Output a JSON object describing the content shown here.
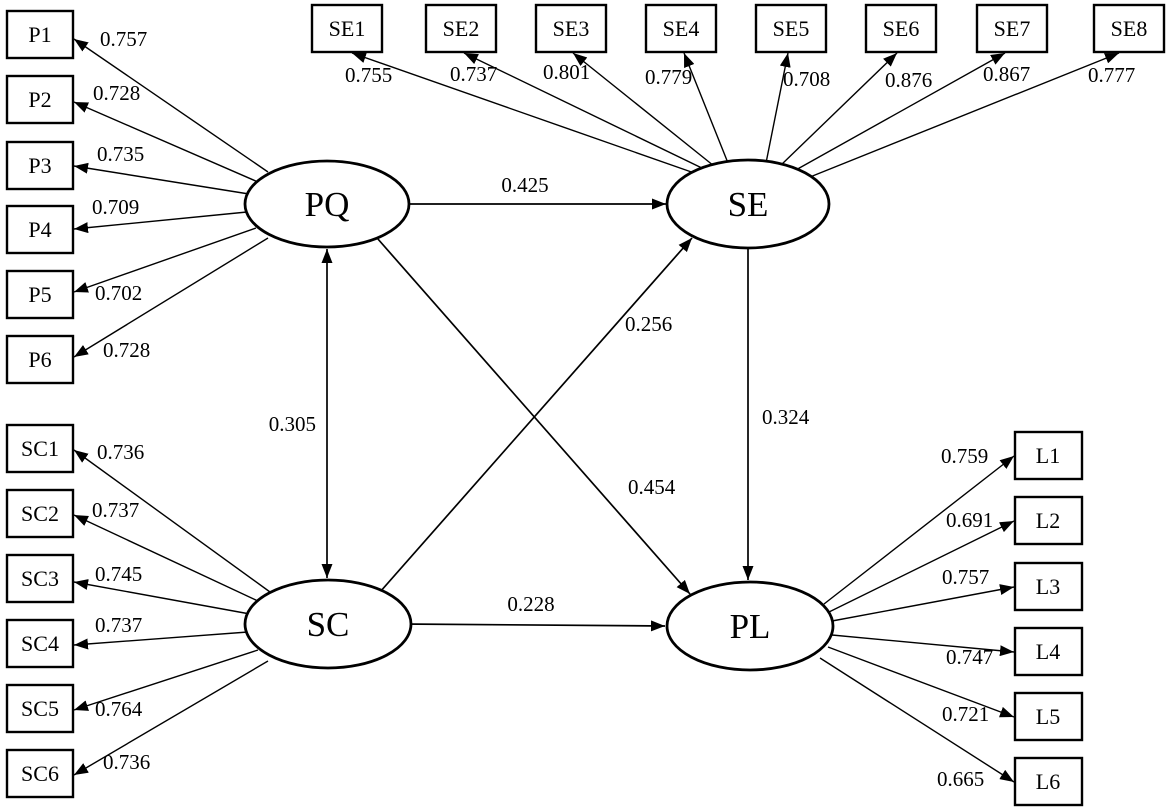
{
  "figure": {
    "type": "sem-path-diagram",
    "colors": {
      "stroke": "#000000",
      "fill": "#ffffff",
      "background": "#ffffff"
    },
    "latents": [
      {
        "id": "PQ",
        "label": "PQ"
      },
      {
        "id": "SE",
        "label": "SE"
      },
      {
        "id": "SC",
        "label": "SC"
      },
      {
        "id": "PL",
        "label": "PL"
      }
    ],
    "indicators": {
      "P": [
        {
          "label": "P1",
          "loading": "0.757"
        },
        {
          "label": "P2",
          "loading": "0.728"
        },
        {
          "label": "P3",
          "loading": "0.735"
        },
        {
          "label": "P4",
          "loading": "0.709"
        },
        {
          "label": "P5",
          "loading": "0.702"
        },
        {
          "label": "P6",
          "loading": "0.728"
        }
      ],
      "SE": [
        {
          "label": "SE1",
          "loading": "0.755"
        },
        {
          "label": "SE2",
          "loading": "0.737"
        },
        {
          "label": "SE3",
          "loading": "0.801"
        },
        {
          "label": "SE4",
          "loading": "0.779"
        },
        {
          "label": "SE5",
          "loading": "0.708"
        },
        {
          "label": "SE6",
          "loading": "0.876"
        },
        {
          "label": "SE7",
          "loading": "0.867"
        },
        {
          "label": "SE8",
          "loading": "0.777"
        }
      ],
      "SC": [
        {
          "label": "SC1",
          "loading": "0.736"
        },
        {
          "label": "SC2",
          "loading": "0.737"
        },
        {
          "label": "SC3",
          "loading": "0.745"
        },
        {
          "label": "SC4",
          "loading": "0.737"
        },
        {
          "label": "SC5",
          "loading": "0.764"
        },
        {
          "label": "SC6",
          "loading": "0.736"
        }
      ],
      "L": [
        {
          "label": "L1",
          "loading": "0.759"
        },
        {
          "label": "L2",
          "loading": "0.691"
        },
        {
          "label": "L3",
          "loading": "0.757"
        },
        {
          "label": "L4",
          "loading": "0.747"
        },
        {
          "label": "L5",
          "loading": "0.721"
        },
        {
          "label": "L6",
          "loading": "0.665"
        }
      ]
    },
    "paths": [
      {
        "from": "PQ",
        "to": "SE",
        "coefficient": "0.425",
        "arrow": "directed"
      },
      {
        "from": "PQ",
        "to": "SC",
        "coefficient": "0.305",
        "arrow": "bidirectional"
      },
      {
        "from": "SC",
        "to": "SE",
        "coefficient": "0.256",
        "arrow": "directed"
      },
      {
        "from": "SE",
        "to": "PL",
        "coefficient": "0.324",
        "arrow": "directed"
      },
      {
        "from": "PQ",
        "to": "PL",
        "coefficient": "0.454",
        "arrow": "directed"
      },
      {
        "from": "SC",
        "to": "PL",
        "coefficient": "0.228",
        "arrow": "directed"
      }
    ]
  }
}
